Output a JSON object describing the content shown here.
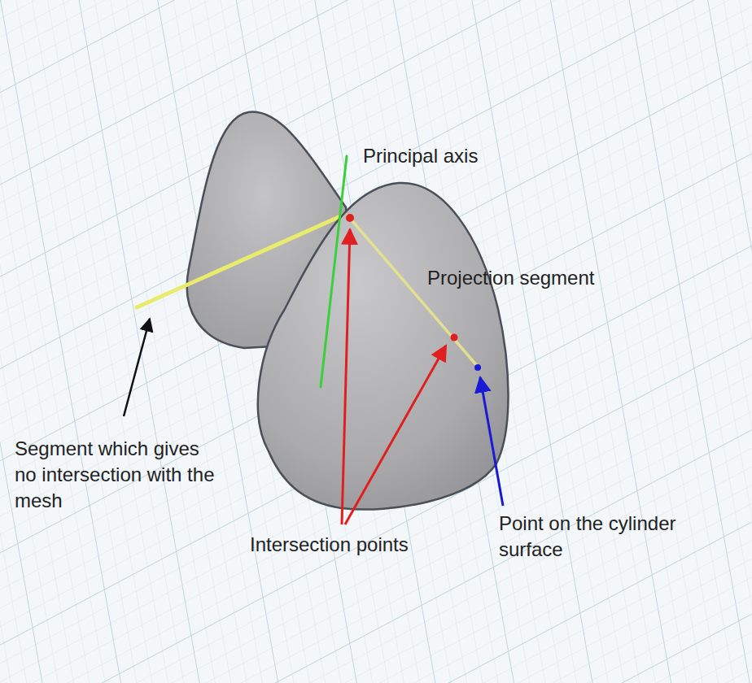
{
  "diagram": {
    "labels": [
      "Principal axis",
      "Projection segment",
      "Segment which gives no intersection with the mesh",
      "Intersection points",
      "Point on the cylinder surface"
    ]
  }
}
